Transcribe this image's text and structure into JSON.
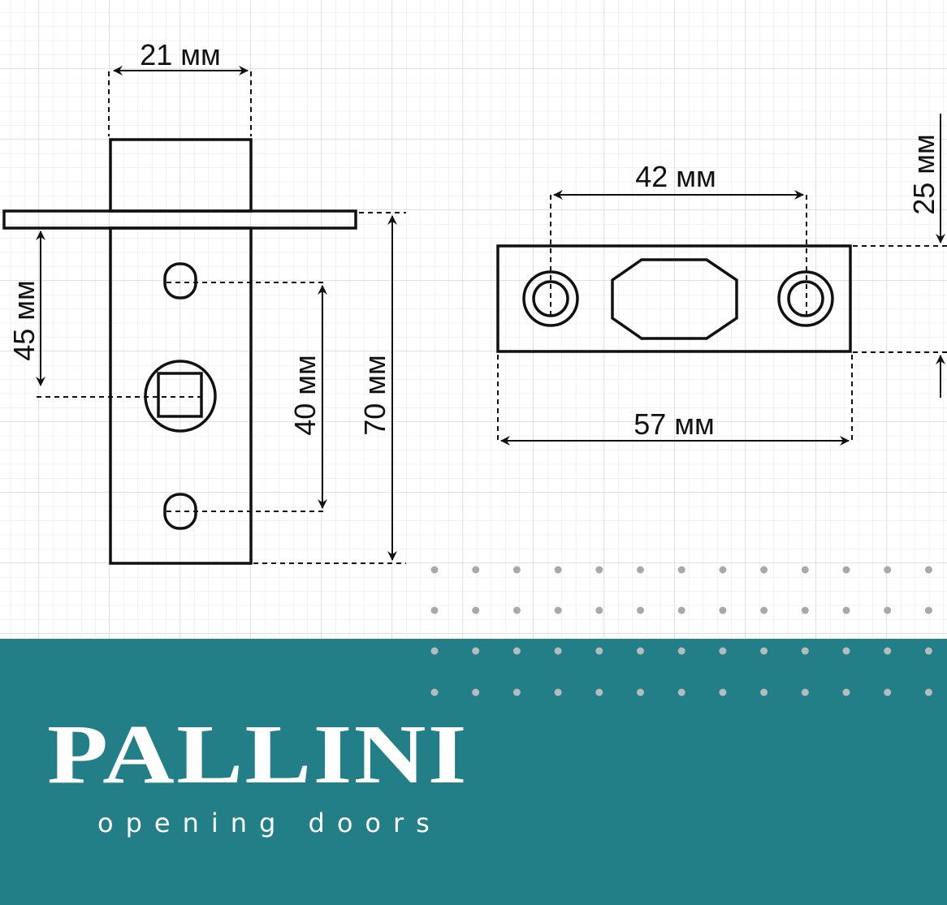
{
  "diagram": {
    "left_view": {
      "width_label": "21 мм",
      "backset_label": "45 мм",
      "hole_spacing_label": "40 мм",
      "height_label": "70 мм"
    },
    "right_view": {
      "hole_spacing_label": "42 мм",
      "length_label": "57 мм",
      "height_label": "25 мм"
    }
  },
  "brand": {
    "name": "PALLINI",
    "tagline": "opening doors",
    "color": "#237f87"
  }
}
